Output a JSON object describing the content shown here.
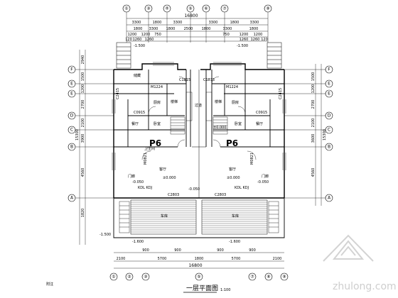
{
  "drawing": {
    "title": "一层平面图",
    "scale": "1:100",
    "corner_mark": "附注",
    "overall_dim_top": "16800",
    "overall_dim_bottom": "16800",
    "overall_dim_left": "15300",
    "overall_dim_right": "15300",
    "top_segments_row1": [
      "3300",
      "1800",
      "3300",
      "3300",
      "1800",
      "3300"
    ],
    "top_segments_row2": [
      "1800",
      "3300",
      "1800",
      "2500",
      "1800",
      "3300",
      "1800"
    ],
    "top_segments_row3": [
      "1200",
      "1200",
      "750",
      "750",
      "1200",
      "1200"
    ],
    "top_segments_row4": [
      "120",
      "1260",
      "1260",
      "1260",
      "1260",
      "120"
    ],
    "bottom_segments_row1": [
      "2100",
      "5700",
      "1800",
      "5700",
      "2100"
    ],
    "bottom_segments_row2": [
      "900",
      "900",
      "900",
      "900"
    ],
    "left_segments": [
      "2940",
      "1500",
      "1200",
      "2700",
      "2100",
      "3900",
      "4560",
      "1820"
    ],
    "right_segments": [
      "1500",
      "1200",
      "2700",
      "2100",
      "3600",
      "4560"
    ],
    "axes_top": [
      "①",
      "③",
      "④",
      "⑤",
      "⑥",
      "⑦",
      "⑨"
    ],
    "axes_bottom": [
      "①",
      "②",
      "③",
      "⑤",
      "⑦",
      "⑧",
      "⑨"
    ],
    "axes_left": [
      "F",
      "E",
      "E",
      "D",
      "C",
      "B",
      "A"
    ],
    "axes_right": [
      "F",
      "E",
      "E",
      "D",
      "C",
      "B",
      "A"
    ],
    "rooms": {
      "garage_left": "车库",
      "garage_right": "车库",
      "living_left": "客厅",
      "living_right": "客厅",
      "dining_left": "餐厅",
      "dining_right": "餐厅",
      "kitchen_left": "厨房",
      "kitchen_right": "厨房",
      "stair_left": "楼梯",
      "stair_right": "楼梯",
      "bed_left": "卧室",
      "bed_right": "卧室",
      "wc": "卫生间",
      "porch_left": "门廊",
      "porch_right": "门廊",
      "hall": "过道",
      "store": "储藏"
    },
    "tags": {
      "p6_left": "P6",
      "p6_right": "P6"
    },
    "levels": {
      "l1": "±0.000",
      "l2": "-0.050",
      "l3": "-0.050",
      "l4": "-0.050",
      "l5": "-1.500",
      "l6": "-1.500",
      "l7": "-1.500",
      "l8": "-1.600",
      "l9": "-1.600",
      "l10": "±0.000",
      "l11": "±0.000"
    },
    "doors_windows": {
      "m1": "M1224",
      "m2": "M1224",
      "c1": "C1815",
      "c2": "C1815",
      "c3": "C2803",
      "c4": "C2803",
      "c5": "C0915",
      "c6": "C0915",
      "c7": "C2415",
      "c8": "C2415",
      "c9": "M0821",
      "c10": "M0821",
      "k1": "KDL KDJ",
      "k2": "KDL KDJ"
    },
    "watermark": "zhulong.com"
  }
}
